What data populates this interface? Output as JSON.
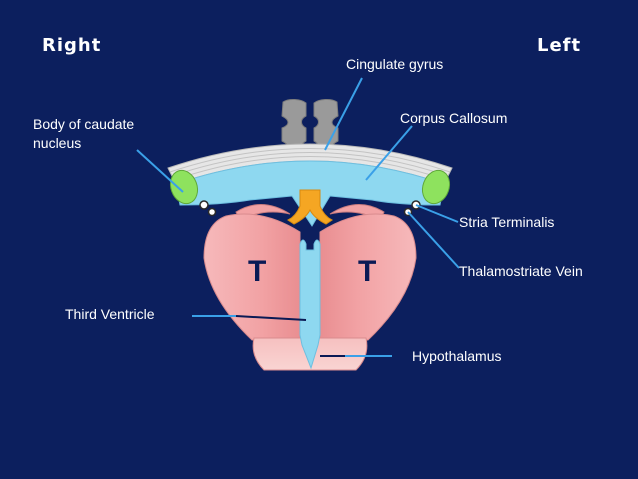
{
  "orientation": {
    "right": "Right",
    "left": "Left"
  },
  "labels": {
    "cingulate_gyrus": "Cingulate gyrus",
    "corpus_callosum": "Corpus Callosum",
    "body_of_caudate_line1": "Body of caudate",
    "body_of_caudate_line2": "nucleus",
    "stria_terminalis": "Stria Terminalis",
    "thalamostriate_vein": "Thalamostriate Vein",
    "third_ventricle": "Third Ventricle",
    "hypothalamus": "Hypothalamus",
    "thalamus_left": "T",
    "thalamus_right": "T"
  },
  "colors": {
    "background": "#0c1f5e",
    "ventricle": "#8ed8f0",
    "thalamus": "#f2a2a4",
    "caudate": "#8ee25e",
    "fornix": "#f5a623",
    "pointer": "#3aa0e8"
  }
}
